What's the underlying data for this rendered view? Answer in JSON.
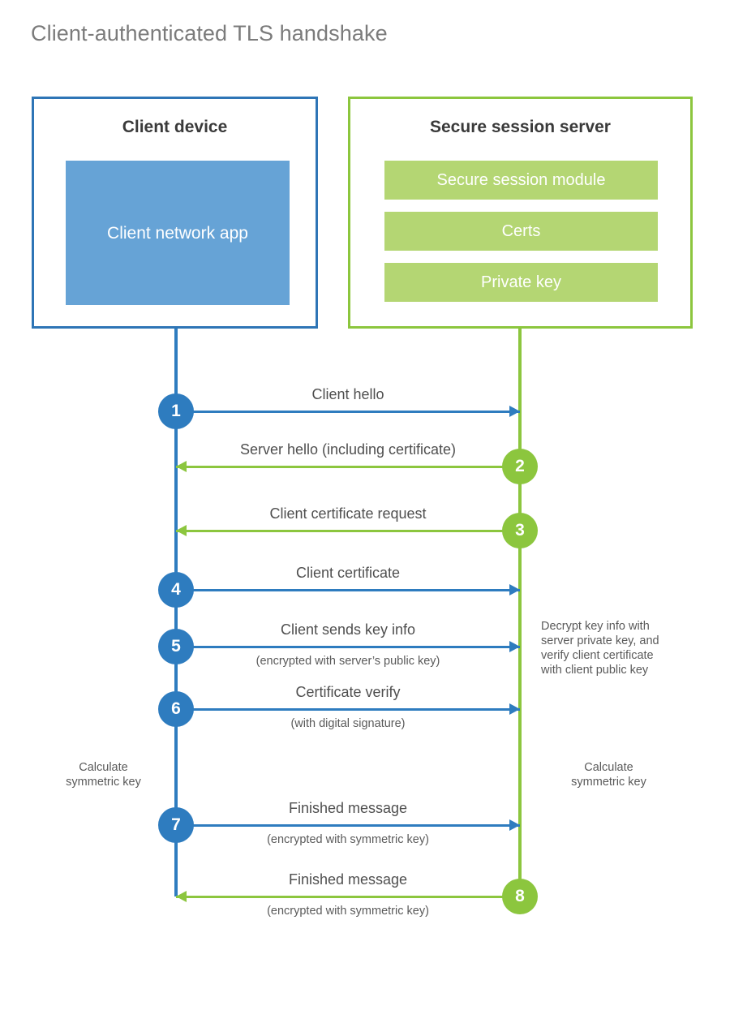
{
  "title": "Client-authenticated TLS handshake",
  "colors": {
    "client_accent": "#2e75b6",
    "client_line": "#2e7cbf",
    "client_fill": "#66a3d6",
    "server_accent": "#8cc63e",
    "server_fill": "#b4d673",
    "title_text": "#7b7b7b",
    "body_text": "#4f4f4f"
  },
  "client": {
    "title": "Client device",
    "app_label": "Client network app"
  },
  "server": {
    "title": "Secure session server",
    "components": [
      {
        "label": "Secure session module"
      },
      {
        "label": "Certs"
      },
      {
        "label": "Private key"
      }
    ]
  },
  "messages": [
    {
      "step": "1",
      "label": "Client hello",
      "sublabel": "",
      "direction": "client-to-server",
      "color": "blue"
    },
    {
      "step": "2",
      "label": "Server hello (including certificate)",
      "sublabel": "",
      "direction": "server-to-client",
      "color": "green"
    },
    {
      "step": "3",
      "label": "Client certificate request",
      "sublabel": "",
      "direction": "server-to-client",
      "color": "green"
    },
    {
      "step": "4",
      "label": "Client certificate",
      "sublabel": "",
      "direction": "client-to-server",
      "color": "blue"
    },
    {
      "step": "5",
      "label": "Client sends key info",
      "sublabel": "(encrypted with server’s public key)",
      "direction": "client-to-server",
      "color": "blue"
    },
    {
      "step": "6",
      "label": "Certificate verify",
      "sublabel": "(with digital signature)",
      "direction": "client-to-server",
      "color": "blue"
    },
    {
      "step": "7",
      "label": "Finished message",
      "sublabel": "(encrypted with symmetric key)",
      "direction": "client-to-server",
      "color": "blue"
    },
    {
      "step": "8",
      "label": "Finished message",
      "sublabel": "(encrypted with symmetric key)",
      "direction": "server-to-client",
      "color": "green"
    }
  ],
  "annotations": {
    "decrypt_note": [
      "Decrypt key info with",
      "server private key, and",
      "verify client certificate",
      "with client public key"
    ],
    "client_symmetric": [
      "Calculate",
      "symmetric key"
    ],
    "server_symmetric": [
      "Calculate",
      "symmetric key"
    ]
  }
}
